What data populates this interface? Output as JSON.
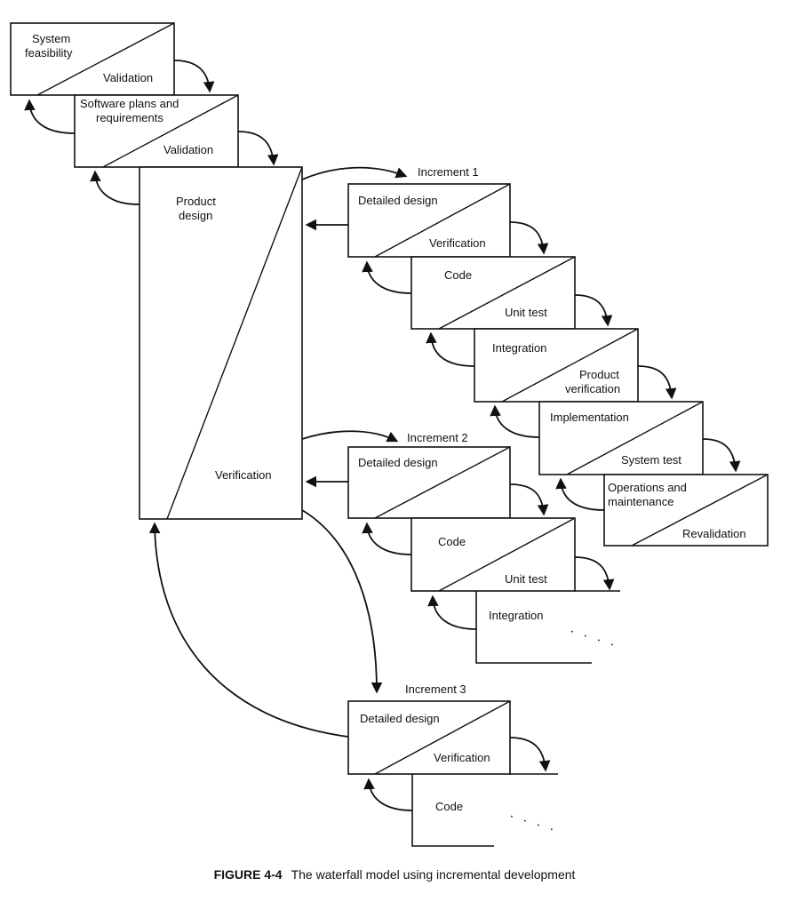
{
  "stages": {
    "feasibility": {
      "title": "System feasibility",
      "title_line1": "System",
      "title_line2": "feasibility",
      "check": "Validation"
    },
    "requirements": {
      "title_line1": "Software plans and",
      "title_line2": "requirements",
      "check": "Validation"
    },
    "product_design": {
      "title_line1": "Product",
      "title_line2": "design",
      "check": "Verification"
    }
  },
  "increments": [
    {
      "label": "Increment 1",
      "stages": [
        {
          "title": "Detailed design",
          "check": "Verification"
        },
        {
          "title": "Code",
          "check": "Unit test"
        },
        {
          "title": "Integration",
          "check_line1": "Product",
          "check_line2": "verification"
        },
        {
          "title": "Implementation",
          "check": "System test"
        },
        {
          "title_line1": "Operations and",
          "title_line2": "maintenance",
          "check": "Revalidation"
        }
      ]
    },
    {
      "label": "Increment 2",
      "stages": [
        {
          "title": "Detailed design"
        },
        {
          "title": "Code",
          "check": "Unit test"
        },
        {
          "title": "Integration",
          "continuation": "· · · ·"
        }
      ]
    },
    {
      "label": "Increment 3",
      "stages": [
        {
          "title": "Detailed design",
          "check": "Verification"
        },
        {
          "title": "Code",
          "continuation": "· · · ·"
        }
      ]
    }
  ],
  "caption": {
    "figure_number": "FIGURE 4-4",
    "text": "The waterfall model using incremental development"
  }
}
